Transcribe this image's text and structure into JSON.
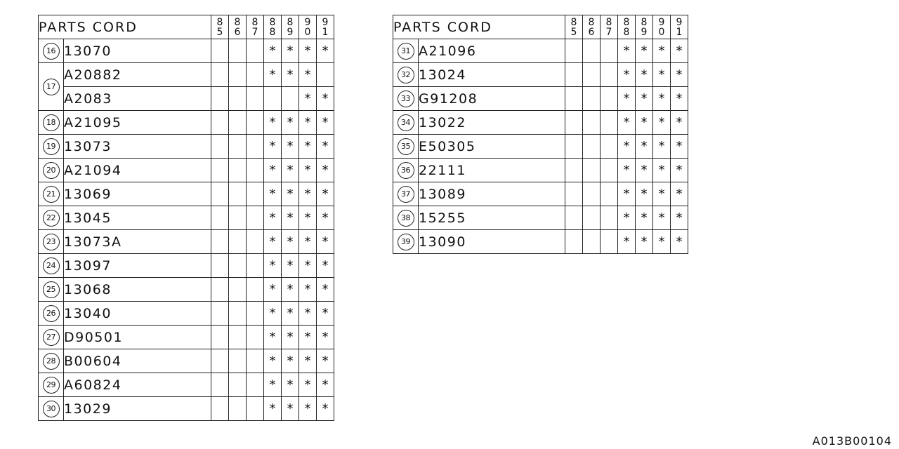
{
  "header_label": "PARTS CORD",
  "years": [
    [
      "8",
      "5"
    ],
    [
      "8",
      "6"
    ],
    [
      "8",
      "7"
    ],
    [
      "8",
      "8"
    ],
    [
      "8",
      "9"
    ],
    [
      "9",
      "0"
    ],
    [
      "9",
      "1"
    ]
  ],
  "mark": "*",
  "doc_id": "A013B00104",
  "left_rows": [
    {
      "num": "16",
      "code": "13070",
      "marks": [
        0,
        0,
        0,
        1,
        1,
        1,
        1
      ]
    },
    {
      "num": "17",
      "code": "A20882",
      "marks": [
        0,
        0,
        0,
        1,
        1,
        1,
        0
      ]
    },
    {
      "num": "",
      "code": "A2083",
      "marks": [
        0,
        0,
        0,
        0,
        0,
        1,
        1
      ]
    },
    {
      "num": "18",
      "code": "A21095",
      "marks": [
        0,
        0,
        0,
        1,
        1,
        1,
        1
      ]
    },
    {
      "num": "19",
      "code": "13073",
      "marks": [
        0,
        0,
        0,
        1,
        1,
        1,
        1
      ]
    },
    {
      "num": "20",
      "code": "A21094",
      "marks": [
        0,
        0,
        0,
        1,
        1,
        1,
        1
      ]
    },
    {
      "num": "21",
      "code": "13069",
      "marks": [
        0,
        0,
        0,
        1,
        1,
        1,
        1
      ]
    },
    {
      "num": "22",
      "code": "13045",
      "marks": [
        0,
        0,
        0,
        1,
        1,
        1,
        1
      ]
    },
    {
      "num": "23",
      "code": "13073A",
      "marks": [
        0,
        0,
        0,
        1,
        1,
        1,
        1
      ]
    },
    {
      "num": "24",
      "code": "13097",
      "marks": [
        0,
        0,
        0,
        1,
        1,
        1,
        1
      ]
    },
    {
      "num": "25",
      "code": "13068",
      "marks": [
        0,
        0,
        0,
        1,
        1,
        1,
        1
      ]
    },
    {
      "num": "26",
      "code": "13040",
      "marks": [
        0,
        0,
        0,
        1,
        1,
        1,
        1
      ]
    },
    {
      "num": "27",
      "code": "D90501",
      "marks": [
        0,
        0,
        0,
        1,
        1,
        1,
        1
      ]
    },
    {
      "num": "28",
      "code": "B00604",
      "marks": [
        0,
        0,
        0,
        1,
        1,
        1,
        1
      ]
    },
    {
      "num": "29",
      "code": "A60824",
      "marks": [
        0,
        0,
        0,
        1,
        1,
        1,
        1
      ]
    },
    {
      "num": "30",
      "code": "13029",
      "marks": [
        0,
        0,
        0,
        1,
        1,
        1,
        1
      ]
    }
  ],
  "right_rows": [
    {
      "num": "31",
      "code": "A21096",
      "marks": [
        0,
        0,
        0,
        1,
        1,
        1,
        1
      ]
    },
    {
      "num": "32",
      "code": "13024",
      "marks": [
        0,
        0,
        0,
        1,
        1,
        1,
        1
      ]
    },
    {
      "num": "33",
      "code": "G91208",
      "marks": [
        0,
        0,
        0,
        1,
        1,
        1,
        1
      ]
    },
    {
      "num": "34",
      "code": "13022",
      "marks": [
        0,
        0,
        0,
        1,
        1,
        1,
        1
      ]
    },
    {
      "num": "35",
      "code": "E50305",
      "marks": [
        0,
        0,
        0,
        1,
        1,
        1,
        1
      ]
    },
    {
      "num": "36",
      "code": "22111",
      "marks": [
        0,
        0,
        0,
        1,
        1,
        1,
        1
      ]
    },
    {
      "num": "37",
      "code": "13089",
      "marks": [
        0,
        0,
        0,
        1,
        1,
        1,
        1
      ]
    },
    {
      "num": "38",
      "code": "15255",
      "marks": [
        0,
        0,
        0,
        1,
        1,
        1,
        1
      ]
    },
    {
      "num": "39",
      "code": "13090",
      "marks": [
        0,
        0,
        0,
        1,
        1,
        1,
        1
      ]
    }
  ]
}
